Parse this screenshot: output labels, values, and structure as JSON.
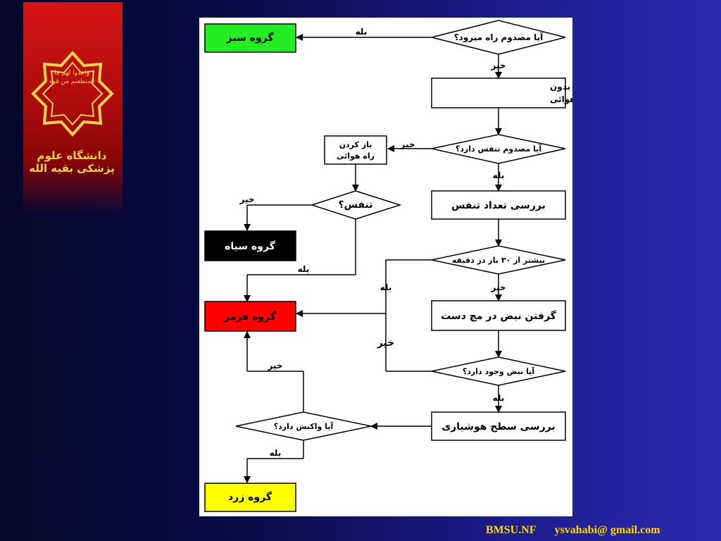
{
  "logo": {
    "university_name": "دانشگاه علوم پزشکی بقیه الله",
    "motto": "واعدوا لهم ما استطعتم من قوه"
  },
  "flow": {
    "q_walk": "آیا مصدوم راه میرود؟",
    "green": "گروه سبز",
    "yes1": "بله",
    "no1": "خیر",
    "check_breath": "بررسی تنفس مصدوم بدون باز کردن راه هوائی",
    "q_breath": "آیا مصدوم تنفس دارد؟",
    "no2": "خیر",
    "open_airway": "باز کردن راه هوائی",
    "yes2": "بله",
    "q_breath2": "تنفس؟",
    "no3": "خیر",
    "black": "گروه سیاه",
    "yes3": "بله",
    "check_rate": "بررسی تعداد تنفس",
    "q_rate": "بیشتر از ۳۰ بار در دقیقه",
    "yes4": "بله",
    "no4": "خیر",
    "red": "گروه قرمز",
    "pulse": "گرفتن نبض در مچ دست",
    "no5": "خیر",
    "q_pulse": "آیا نبض وجود دارد؟",
    "yes5": "بله",
    "no6": "خیر",
    "q_response": "آیا واکنش دارد؟",
    "consciousness": "بررسی سطح هوشیاری",
    "yes6": "بله",
    "yellow": "گروه زرد"
  },
  "colors": {
    "green": "#22ee22",
    "black": "#000000",
    "red": "#ff0000",
    "yellow": "#ffff00"
  },
  "footer": {
    "left": "BMSU.NF",
    "right": "ysvahabi@ gmail.com"
  }
}
